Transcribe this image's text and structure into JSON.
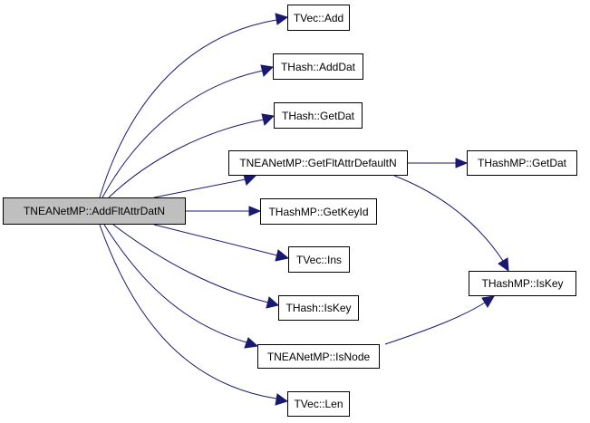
{
  "nodes": {
    "root": "TNEANetMP::AddFltAttrDatN",
    "tvec_add": "TVec::Add",
    "thash_adddat": "THash::AddDat",
    "thash_getdat": "THash::GetDat",
    "getfltattrdefaultn": "TNEANetMP::GetFltAttrDefaultN",
    "thashmp_getdat": "THashMP::GetDat",
    "thashmp_getkeyid": "THashMP::GetKeyId",
    "tvec_ins": "TVec::Ins",
    "thash_iskey": "THash::IsKey",
    "thashmp_iskey": "THashMP::IsKey",
    "isnode": "TNEANetMP::IsNode",
    "tvec_len": "TVec::Len"
  },
  "edges": [
    [
      "root",
      "tvec_add"
    ],
    [
      "root",
      "thash_adddat"
    ],
    [
      "root",
      "thash_getdat"
    ],
    [
      "root",
      "getfltattrdefaultn"
    ],
    [
      "root",
      "thashmp_getkeyid"
    ],
    [
      "root",
      "tvec_ins"
    ],
    [
      "root",
      "thash_iskey"
    ],
    [
      "root",
      "isnode"
    ],
    [
      "root",
      "tvec_len"
    ],
    [
      "getfltattrdefaultn",
      "thashmp_getdat"
    ],
    [
      "getfltattrdefaultn",
      "thashmp_iskey"
    ],
    [
      "isnode",
      "thashmp_iskey"
    ]
  ],
  "colors": {
    "edge": "#191970",
    "root_fill": "#bfbfbf"
  }
}
